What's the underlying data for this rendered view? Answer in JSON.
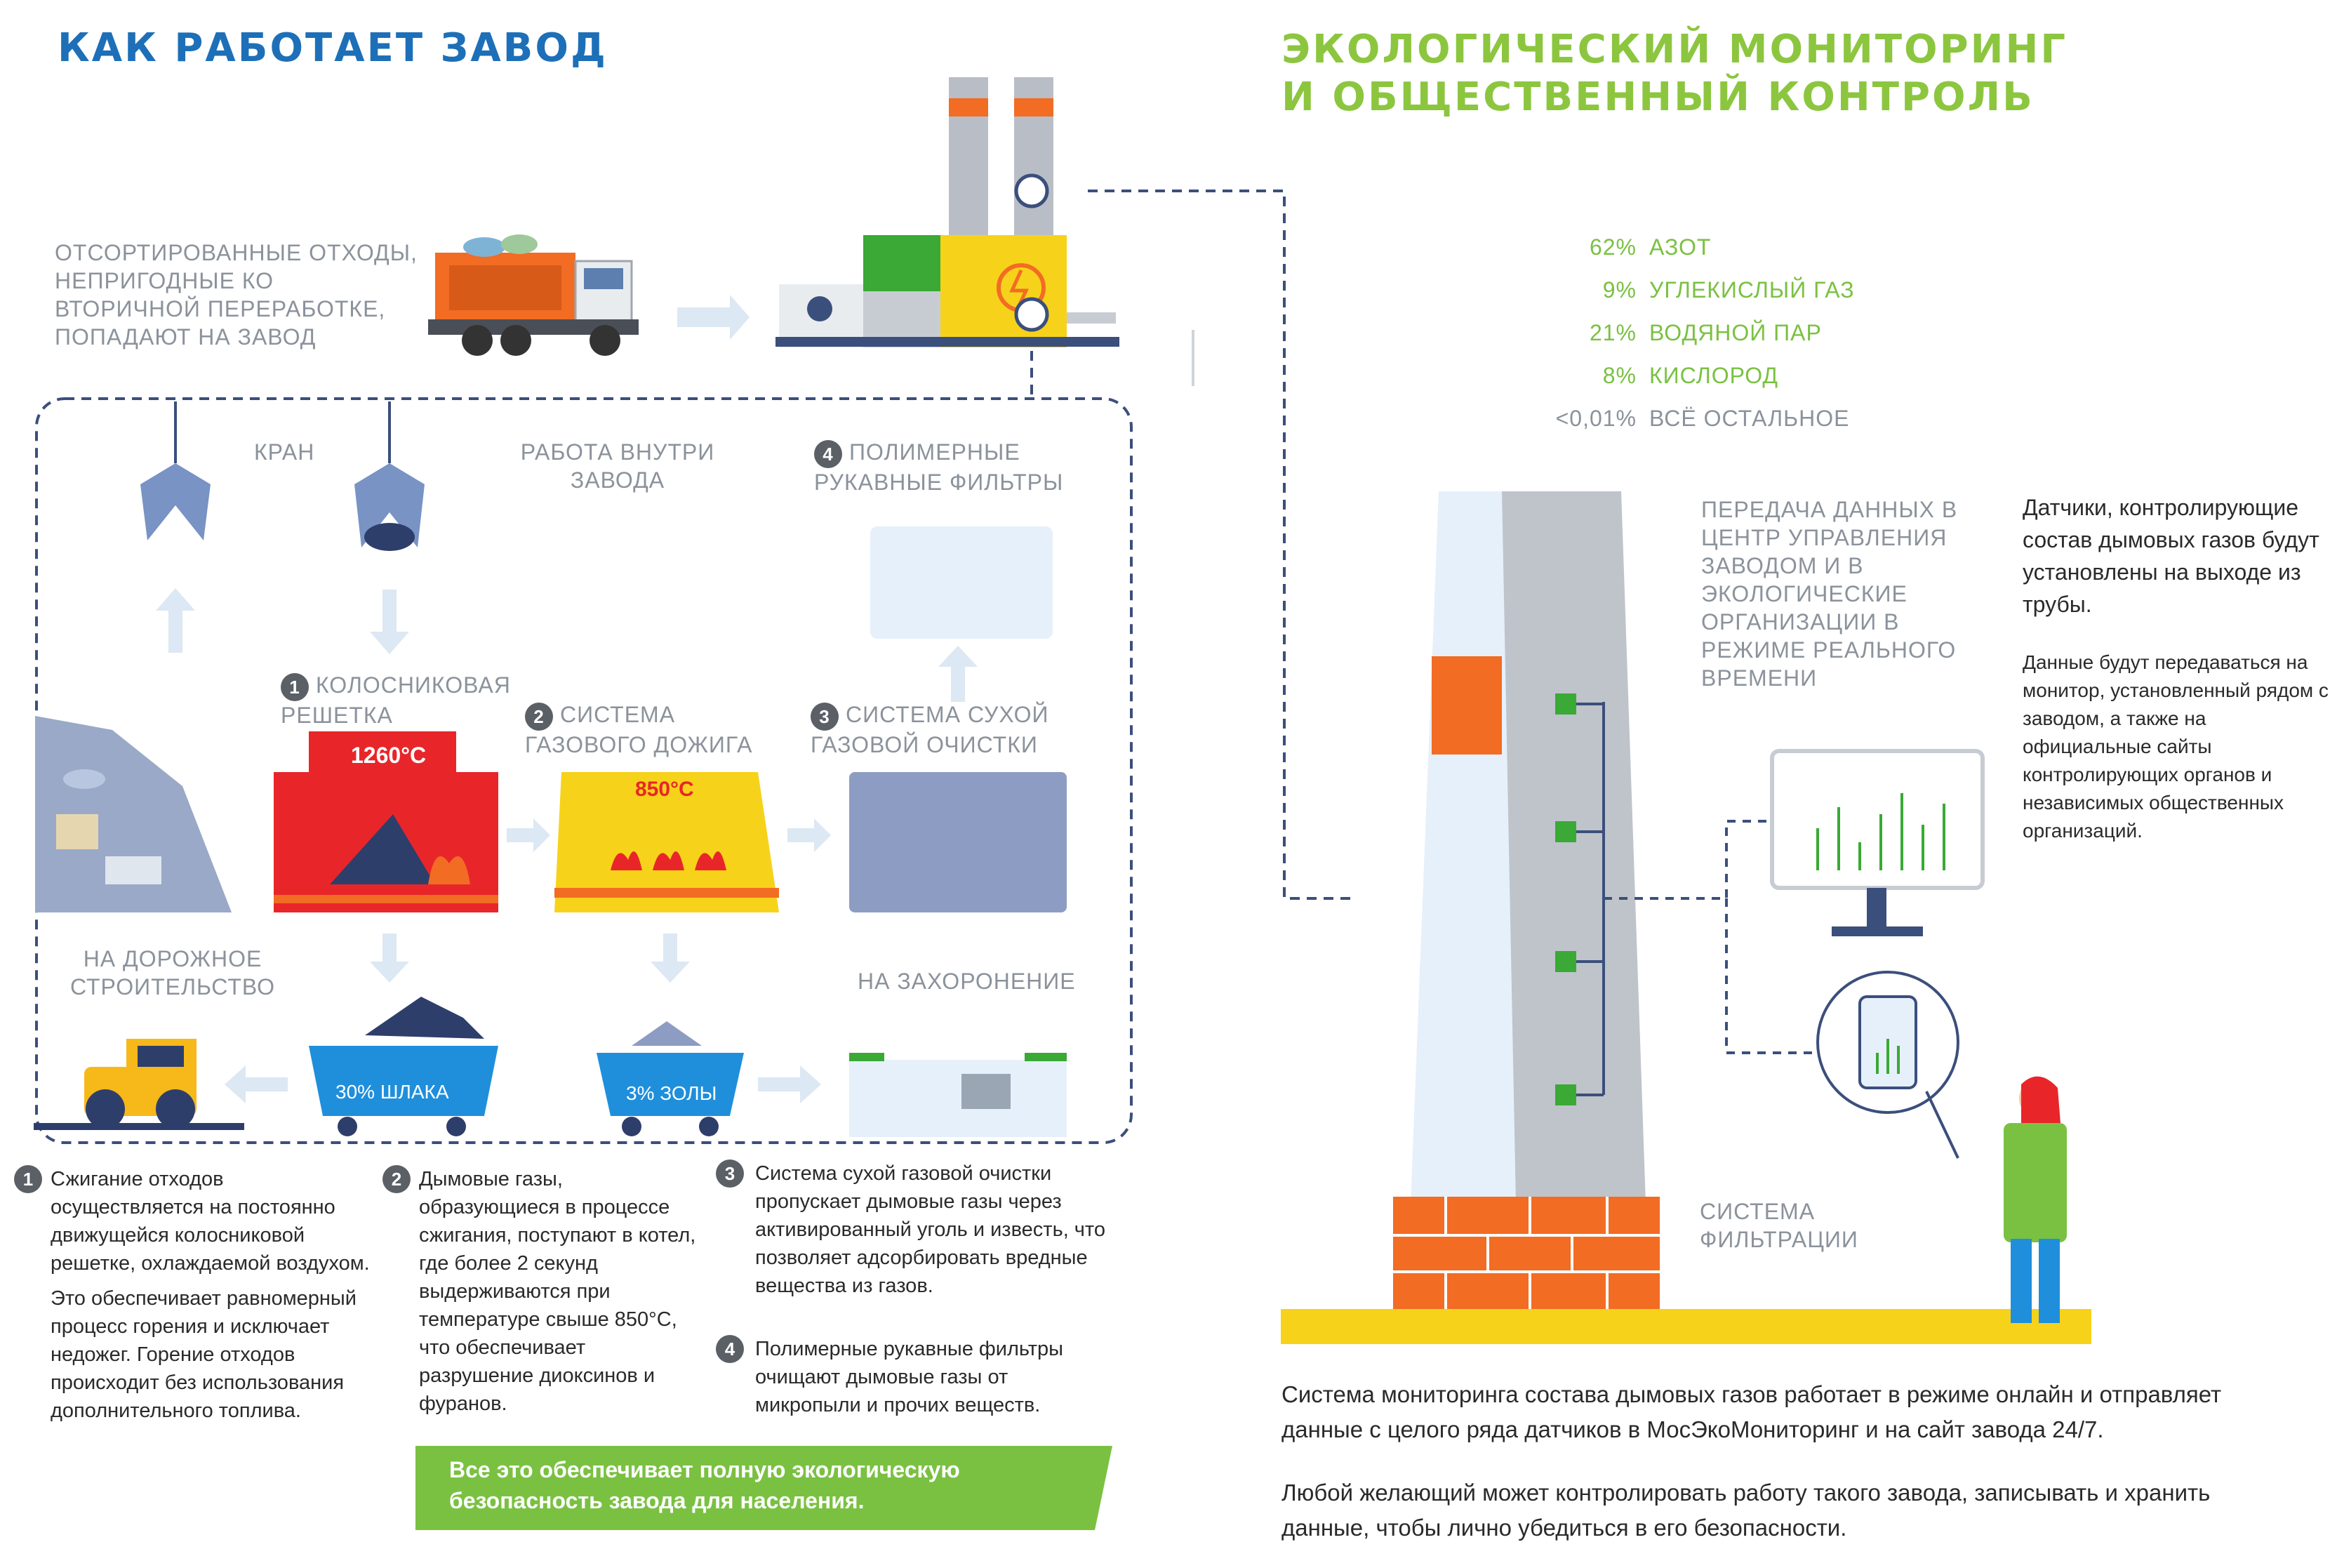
{
  "left": {
    "title": "КАК РАБОТАЕТ ЗАВОД",
    "intro": "ОТСОРТИРОВАННЫЕ ОТХОДЫ, НЕПРИГОДНЫЕ КО ВТОРИЧНОЙ ПЕРЕРАБОТКЕ, ПОПАДАЮТ НА ЗАВОД",
    "crane": "КРАН",
    "inside": "РАБОТА ВНУТРИ ЗАВОДА",
    "grate": "КОЛОСНИКОВАЯ РЕШЕТКА",
    "grate_temp": "1260°C",
    "afterburn": "СИСТЕМА ГАЗОВОГО ДОЖИГА",
    "afterburn_temp": "850°C",
    "dry": "СИСТЕМА СУХОЙ ГАЗОВОЙ ОЧИСТКИ",
    "filters": "ПОЛИМЕРНЫЕ РУКАВНЫЕ ФИЛЬТРЫ",
    "road": "НА ДОРОЖНОЕ СТРОИТЕЛЬСТВО",
    "burial": "НА ЗАХОРОНЕНИЕ",
    "slag": "30% ШЛАКА",
    "ash": "3% ЗОЛЫ",
    "n1": "1",
    "n2": "2",
    "n3": "3",
    "n4": "4",
    "note1a": "Сжигание отходов осуществляется на постоянно движущейся колосниковой решетке, охлаждаемой воздухом.",
    "note1b": "Это обеспечивает равномерный процесс горения и исключает недожег. Горение отходов происходит без использования дополнительного топлива.",
    "note2": "Дымовые газы, образующиеся в процессе сжигания, поступают в котел, где более 2 секунд выдерживаются при температуре свыше 850°С, что обеспечивает разрушение диоксинов и фуранов.",
    "note3": "Система сухой газовой очистки пропускает дымовые газы через активированный уголь и известь, что позволяет адсорбировать вредные вещества из газов.",
    "note4": "Полимерные рукавные фильтры очищают дымовые газы от микропыли и прочих веществ.",
    "banner": "Все это обеспечивает полную экологическую безопасность завода для населения."
  },
  "right": {
    "title1": "ЭКОЛОГИЧЕСКИЙ МОНИТОРИНГ",
    "title2": "И ОБЩЕСТВЕННЫЙ КОНТРОЛЬ",
    "gases": [
      {
        "pct": "62%",
        "name": "АЗОТ"
      },
      {
        "pct": "9%",
        "name": "УГЛЕКИСЛЫЙ ГАЗ"
      },
      {
        "pct": "21%",
        "name": "ВОДЯНОЙ ПАР"
      },
      {
        "pct": "8%",
        "name": "КИСЛОРОД"
      },
      {
        "pct": "<0,01%",
        "name": "ВСЁ ОСТАЛЬНОЕ"
      }
    ],
    "transfer": "ПЕРЕДАЧА ДАННЫХ В ЦЕНТР УПРАВЛЕНИЯ ЗАВОДОМ И В ЭКОЛОГИЧЕСКИЕ ОРГАНИЗАЦИИ В РЕЖИМЕ РЕАЛЬНОГО ВРЕМЕНИ",
    "sensors": "Датчики, контролирующие состав дымовых газов будут установлены на выходе из трубы.",
    "monitor_text": "Данные будут передаваться на монитор, установленный рядом с заводом, а также на официальные сайты контролирующих органов и независимых общественных организаций.",
    "filtration": "СИСТЕМА ФИЛЬТРАЦИИ",
    "bottom1": "Система мониторинга состава дымовых газов работает в режиме онлайн и отправляет данные с целого ряда датчиков в МосЭкоМониторинг и на сайт завода 24/7.",
    "bottom2": "Любой желающий может контролировать работу такого завода, записывать и хранить данные, чтобы лично убедиться в его безопасности."
  },
  "colors": {
    "blue_title": "#1d6fb8",
    "green_title": "#7ac142",
    "orange": "#f26c23",
    "yellow": "#f7d21a",
    "red": "#e8262a",
    "green": "#3aa935"
  }
}
